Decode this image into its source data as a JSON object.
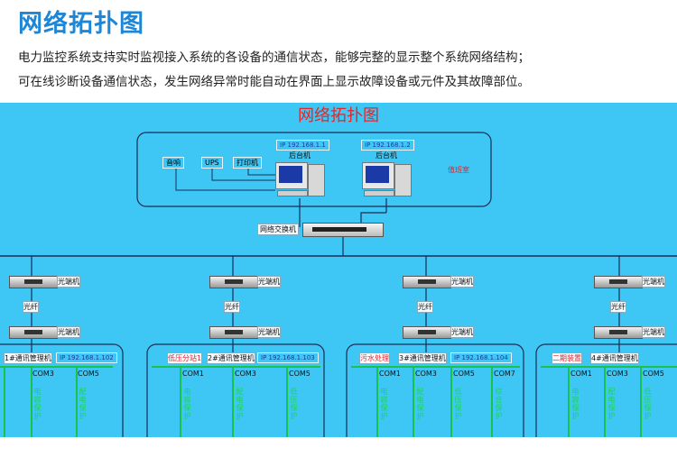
{
  "header": {
    "title": "网络拓扑图",
    "line1": "电力监控系统支持实时监视接入系统的各设备的通信状态，能够完整的显示整个系统网络结构；",
    "line2": "可在线诊断设备通信状态，发生网络异常时能自动在界面上显示故障设备或元件及其故障部位。"
  },
  "diagram": {
    "title": "网络拓扑图",
    "top_group": {
      "peripherals": [
        "音响",
        "UPS",
        "打印机"
      ],
      "host1": {
        "ip": "IP 192.168.1.1",
        "label": "后台机"
      },
      "host2": {
        "ip": "IP 192.168.1.2",
        "label": "后台机"
      },
      "room_label": "值班室"
    },
    "switch_label": "网络交换机",
    "branches": [
      {
        "fiber_top": "光端机",
        "fiber": "光纤",
        "fiber_bottom": "光端机",
        "station": "",
        "manager": "1#通讯管理机",
        "ip": "IP 192.168.1.102",
        "coms": [
          "COM3",
          "COM5"
        ],
        "vtexts": [
          "电容保护",
          "配电保护"
        ]
      },
      {
        "fiber_top": "光端机",
        "fiber": "光纤",
        "fiber_bottom": "光端机",
        "station": "低压分站1",
        "manager": "2#通讯管理机",
        "ip": "IP 192.168.1.103",
        "coms": [
          "COM1",
          "COM3",
          "COM5"
        ],
        "vtexts": [
          "电容保护",
          "配电保护",
          "低压保护"
        ]
      },
      {
        "fiber_top": "光端机",
        "fiber": "光纤",
        "fiber_bottom": "光端机",
        "station": "污水处理",
        "manager": "3#通讯管理机",
        "ip": "IP 192.168.1.104",
        "coms": [
          "COM1",
          "COM3",
          "COM5",
          "COM7"
        ],
        "vtexts": [
          "电容保护",
          "配电保护",
          "低压保护",
          "综合保护"
        ]
      },
      {
        "fiber_top": "光端机",
        "fiber": "光纤",
        "fiber_bottom": "光端机",
        "station": "二期装置",
        "manager": "4#通讯管理机",
        "ip": "",
        "coms": [
          "COM1",
          "COM3",
          "COM5"
        ],
        "vtexts": [
          "电容保护",
          "配电保护",
          "低压保护"
        ]
      }
    ]
  }
}
